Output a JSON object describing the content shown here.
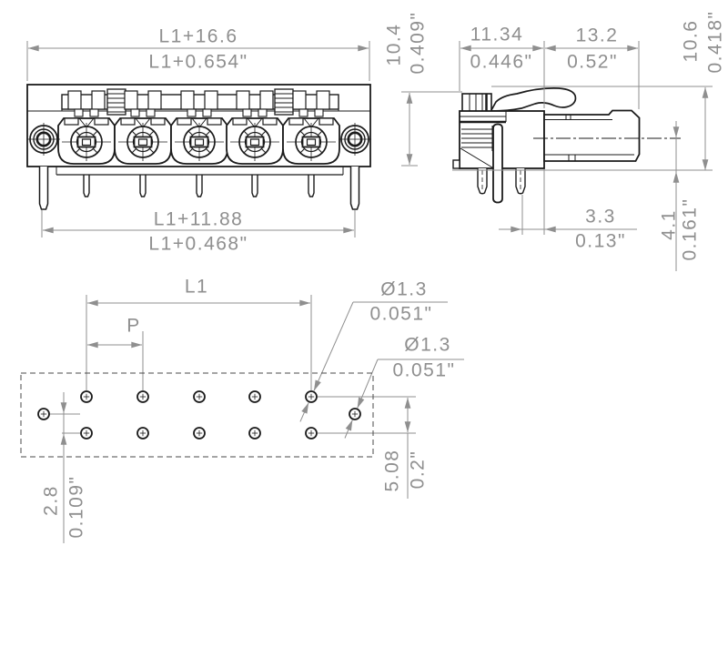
{
  "title": "Terminal block connector technical drawing",
  "colors": {
    "outline": "#1b1b1b",
    "dimension": "#8f8f8f",
    "background": "#ffffff"
  },
  "views": {
    "front": {
      "dim_overall_width": {
        "mm": "L1+16.6",
        "inch": "L1+0.654\""
      },
      "dim_height": {
        "mm": "10.4",
        "inch": "0.409\""
      },
      "dim_pin_span": {
        "mm": "L1+11.88",
        "inch": "L1+0.468\""
      }
    },
    "side": {
      "dim_body_depth": {
        "mm": "11.34",
        "inch": "0.446\""
      },
      "dim_plug_depth": {
        "mm": "13.2",
        "inch": "0.52\""
      },
      "dim_overall_height": {
        "mm": "10.6",
        "inch": "0.418\""
      },
      "dim_pin_to_face": {
        "mm": "3.3",
        "inch": "0.13\""
      },
      "dim_axis_height": {
        "mm": "4.1",
        "inch": "0.161\""
      }
    },
    "footprint": {
      "dim_hole_span": "L1",
      "dim_pitch": "P",
      "dim_hole_dia_top": {
        "mm": "Ø1.3",
        "inch": "0.051\""
      },
      "dim_hole_dia_mid": {
        "mm": "Ø1.3",
        "inch": "0.051\""
      },
      "dim_row_spacing": {
        "mm": "5.08",
        "inch": "0.2\""
      },
      "dim_flange_row_offset": {
        "mm": "2.8",
        "inch": "0.109\""
      }
    }
  }
}
